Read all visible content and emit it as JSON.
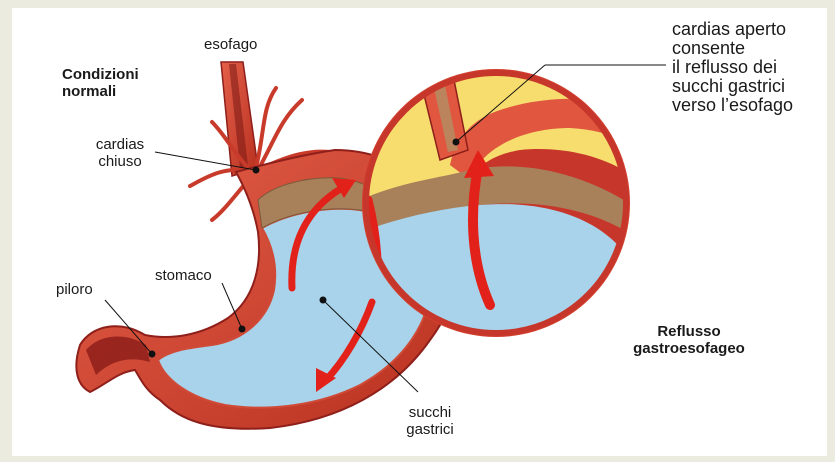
{
  "labels": {
    "esofago": "esofago",
    "condizioni_normali_1": "Condizioni",
    "condizioni_normali_2": "normali",
    "cardias_chiuso_1": "cardias",
    "cardias_chiuso_2": "chiuso",
    "piloro": "piloro",
    "stomaco": "stomaco",
    "succhi_gastrici_1": "succhi",
    "succhi_gastrici_2": "gastrici",
    "reflusso_1": "Reflusso",
    "reflusso_2": "gastroesofageo",
    "cardias_aperto_1": "cardias aperto",
    "cardias_aperto_2": "consente",
    "cardias_aperto_3": "il reflusso dei",
    "cardias_aperto_4": "succhi gastrici",
    "cardias_aperto_5": "verso l’esofago"
  },
  "colors": {
    "background": "#ecebe0",
    "panel": "#ffffff",
    "stomach_wall": "#d2412f",
    "stomach_wall_dark": "#8e1f1a",
    "gastric_juice": "#a9d3ea",
    "mucosa": "#a8805a",
    "arrow": "#e2221a",
    "magnifier_yellow": "#f7dc6e",
    "leader_line": "#111111"
  }
}
